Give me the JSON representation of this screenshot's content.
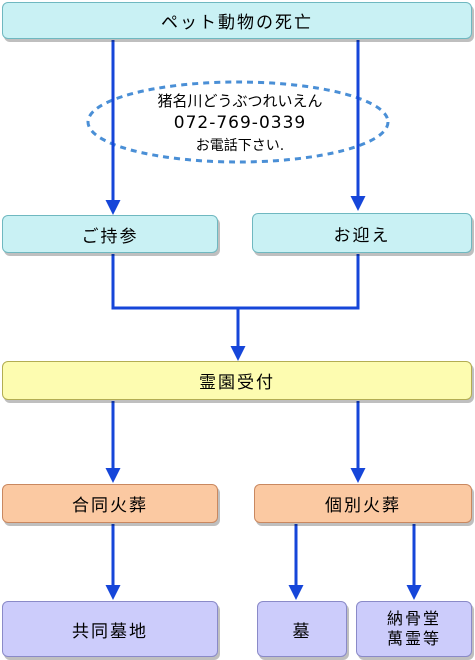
{
  "colors": {
    "line": "#1646d9",
    "oval_border": "#4a8fd6",
    "aqua": "#c9f1f4",
    "yellow": "#fdfcb0",
    "salmon": "#fbc9a2",
    "lavender": "#ccccfb"
  },
  "nodes": {
    "top": "ペット動物の死亡",
    "contact_name": "猪名川どうぶつれいえん",
    "contact_phone": "072-769-0339",
    "contact_note": "お電話下さい.",
    "bring": "ご持参",
    "pickup": "お迎え",
    "reception": "霊園受付",
    "joint_cremation": "合同火葬",
    "individual_cremation": "個別火葬",
    "joint_grave": "共同墓地",
    "grave": "墓",
    "ossuary_line1": "納骨堂",
    "ossuary_line2": "萬霊等"
  }
}
